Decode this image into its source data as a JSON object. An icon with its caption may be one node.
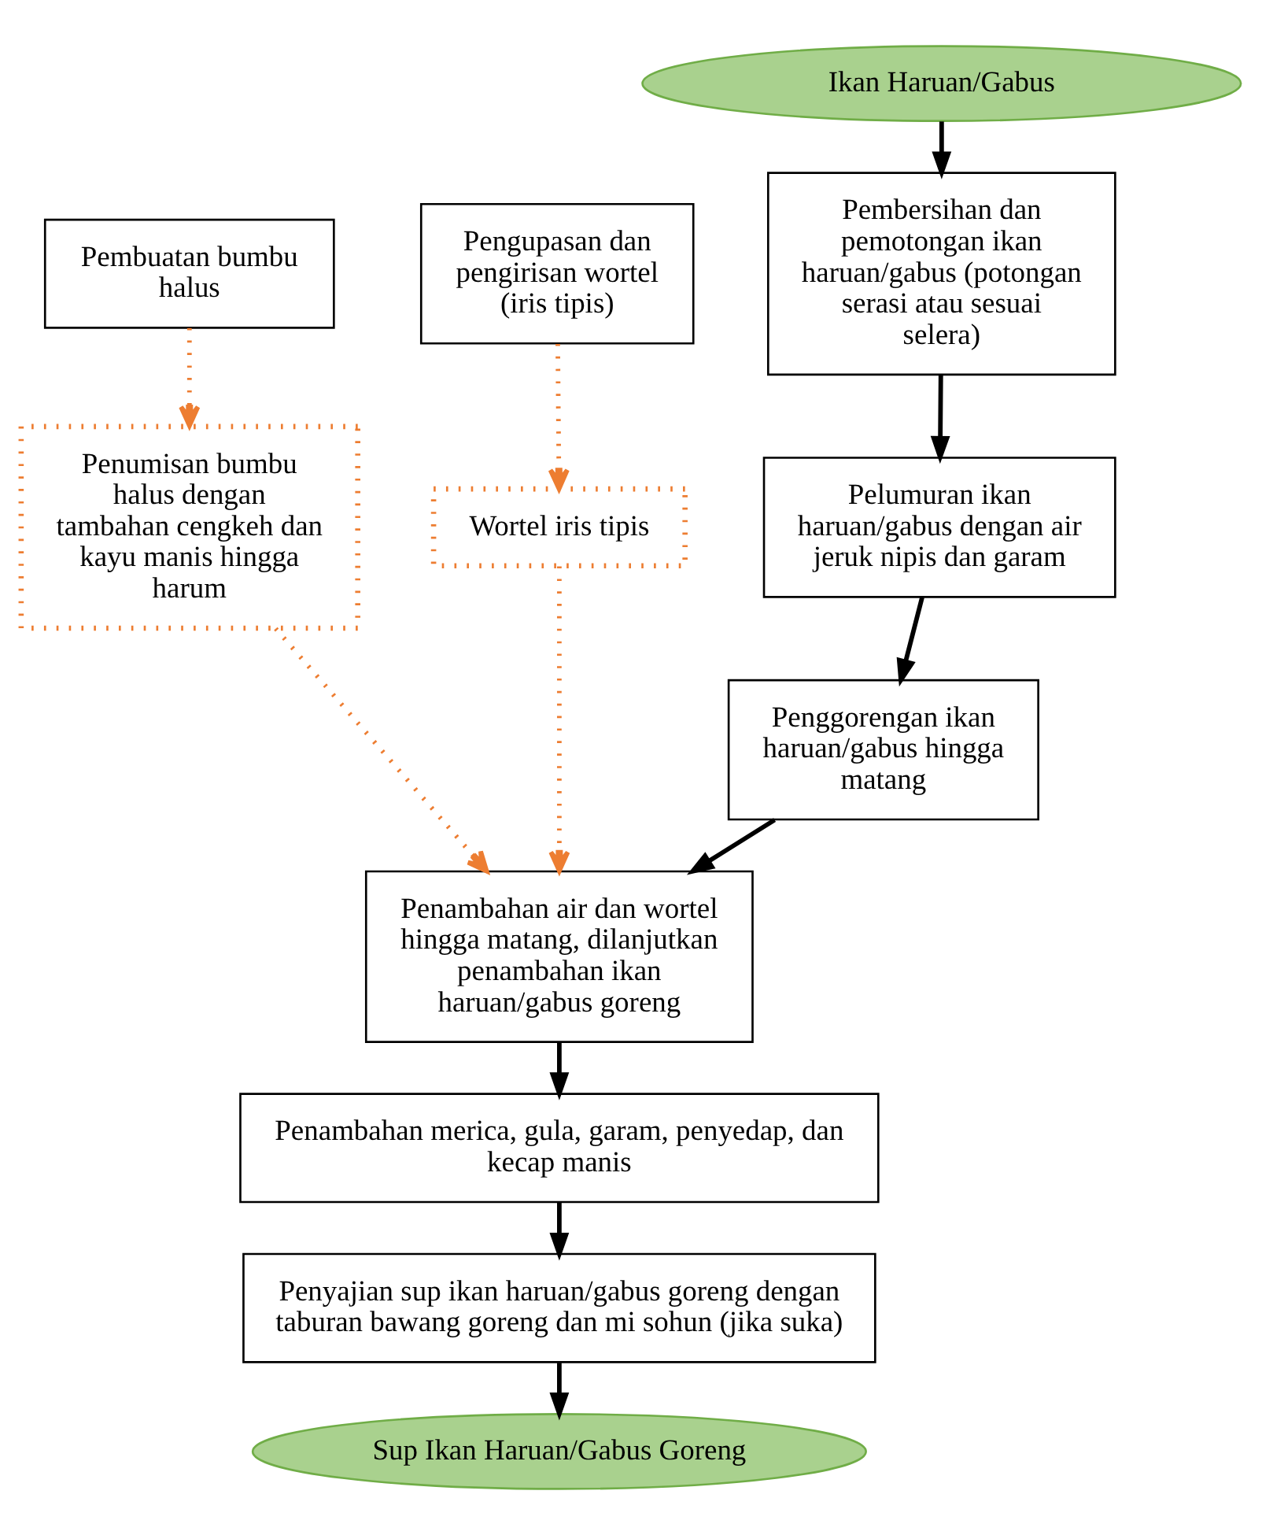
{
  "diagram": {
    "nodes": [
      {
        "text": [
          "Ikan Haruan/Gabus"
        ]
      },
      {
        "text": [
          "Pembersihan dan pemotongan ikan haruan/gabus (potongan serasi atau sesuai selera)"
        ]
      },
      {
        "text": [
          "Pengupasan dan pengirisan wortel (iris tipis)"
        ]
      },
      {
        "text": [
          "Pembuatan bumbu halus"
        ]
      },
      {
        "text": [
          "Pelumuran ikan haruan/gabus dengan air jeruk nipis dan garam"
        ]
      },
      {
        "text": [
          "Wortel iris tipis"
        ]
      },
      {
        "text": [
          "Penumisan bumbu halus dengan tambahan cengkeh dan kayu manis hingga harum"
        ]
      },
      {
        "text": [
          "Penggorengan ikan haruan/gabus hingga matang"
        ]
      },
      {
        "text": [
          "Penambahan air dan wortel hingga matang, dilanjutkan penambahan ikan haruan/gabus goreng"
        ]
      },
      {
        "text": [
          "Penambahan merica, gula, garam, penyedap, dan kecap manis"
        ]
      },
      {
        "text": [
          "Penyajian sup ikan haruan/gabus goreng dengan taburan bawang goreng dan mi sohun (jika suka)"
        ]
      },
      {
        "text": [
          "Sup Ikan Haruan/Gabus Goreng"
        ]
      }
    ],
    "edges": [
      {
        "from": 0,
        "to": 1,
        "arrow": "to"
      },
      {
        "from": 1,
        "to": 4,
        "arrow": "to"
      },
      {
        "from": 4,
        "to": 7,
        "arrow": "to"
      },
      {
        "from": 7,
        "to": 8,
        "arrow": "to"
      },
      {
        "from": 3,
        "to": 6,
        "arrow": "to",
        "style": "dashed",
        "color": "#ed7d31"
      },
      {
        "from": 2,
        "to": 5,
        "arrow": "to",
        "style": "dashed",
        "color": "#ed7d31"
      },
      {
        "from": 6,
        "to": 8,
        "arrow": "to",
        "style": "dashed",
        "color": "#ed7d31"
      },
      {
        "from": 5,
        "to": 8,
        "arrow": "to",
        "style": "dashed",
        "color": "#ed7d31"
      },
      {
        "from": 8,
        "to": 9,
        "arrow": "to"
      },
      {
        "from": 9,
        "to": 10,
        "arrow": "to"
      },
      {
        "from": 10,
        "to": 11,
        "arrow": "to"
      }
    ]
  }
}
